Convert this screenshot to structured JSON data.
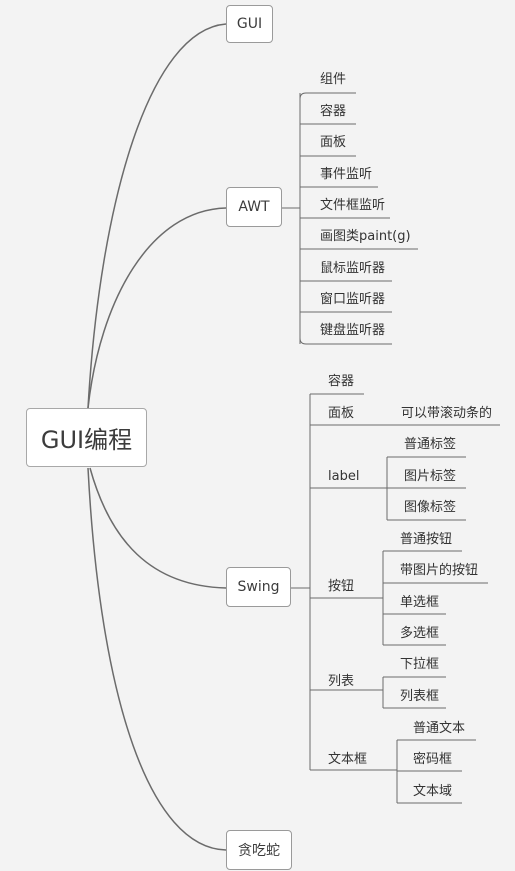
{
  "root": "GUI编程",
  "branches": {
    "gui": "GUI",
    "awt": {
      "label": "AWT",
      "items": [
        "组件",
        "容器",
        "面板",
        "事件监听",
        "文件框监听",
        "画图类paint(g)",
        "鼠标监听器",
        "窗口监听器",
        "键盘监听器"
      ]
    },
    "swing": {
      "label": "Swing",
      "container": "容器",
      "panel": {
        "label": "面板",
        "child": "可以带滚动条的"
      },
      "label_group": {
        "label": "label",
        "children": [
          "普通标签",
          "图片标签",
          "图像标签"
        ]
      },
      "button_group": {
        "label": "按钮",
        "children": [
          "普通按钮",
          "带图片的按钮",
          "单选框",
          "多选框"
        ]
      },
      "list_group": {
        "label": "列表",
        "children": [
          "下拉框",
          "列表框"
        ]
      },
      "text_group": {
        "label": "文本框",
        "children": [
          "普通文本",
          "密码框",
          "文本域"
        ]
      }
    },
    "snake": "贪吃蛇"
  }
}
